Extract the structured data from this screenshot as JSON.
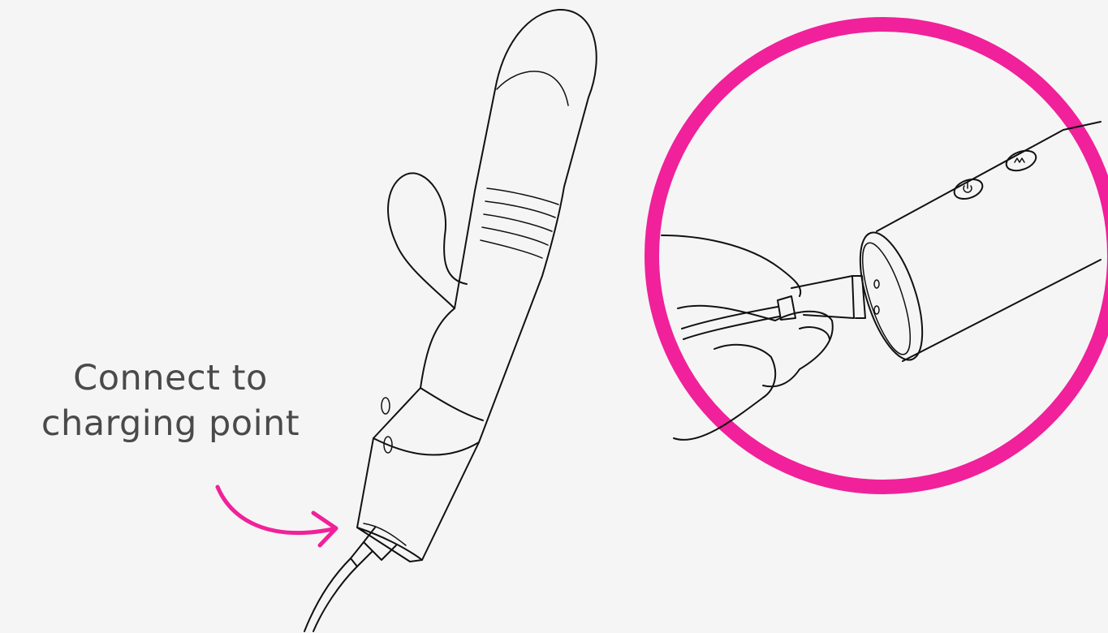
{
  "caption": {
    "line1": "Connect to",
    "line2": "charging point"
  },
  "colors": {
    "background": "#f5f5f5",
    "accent": "#f0219a",
    "ink": "#111111",
    "caption_text": "#4a4a4a"
  },
  "icons": {
    "arrow": "curved-arrow-icon",
    "device": "device-illustration",
    "closeup": "charging-closeup-illustration",
    "power_button": "power-icon",
    "vibration_button": "wave-icon"
  }
}
